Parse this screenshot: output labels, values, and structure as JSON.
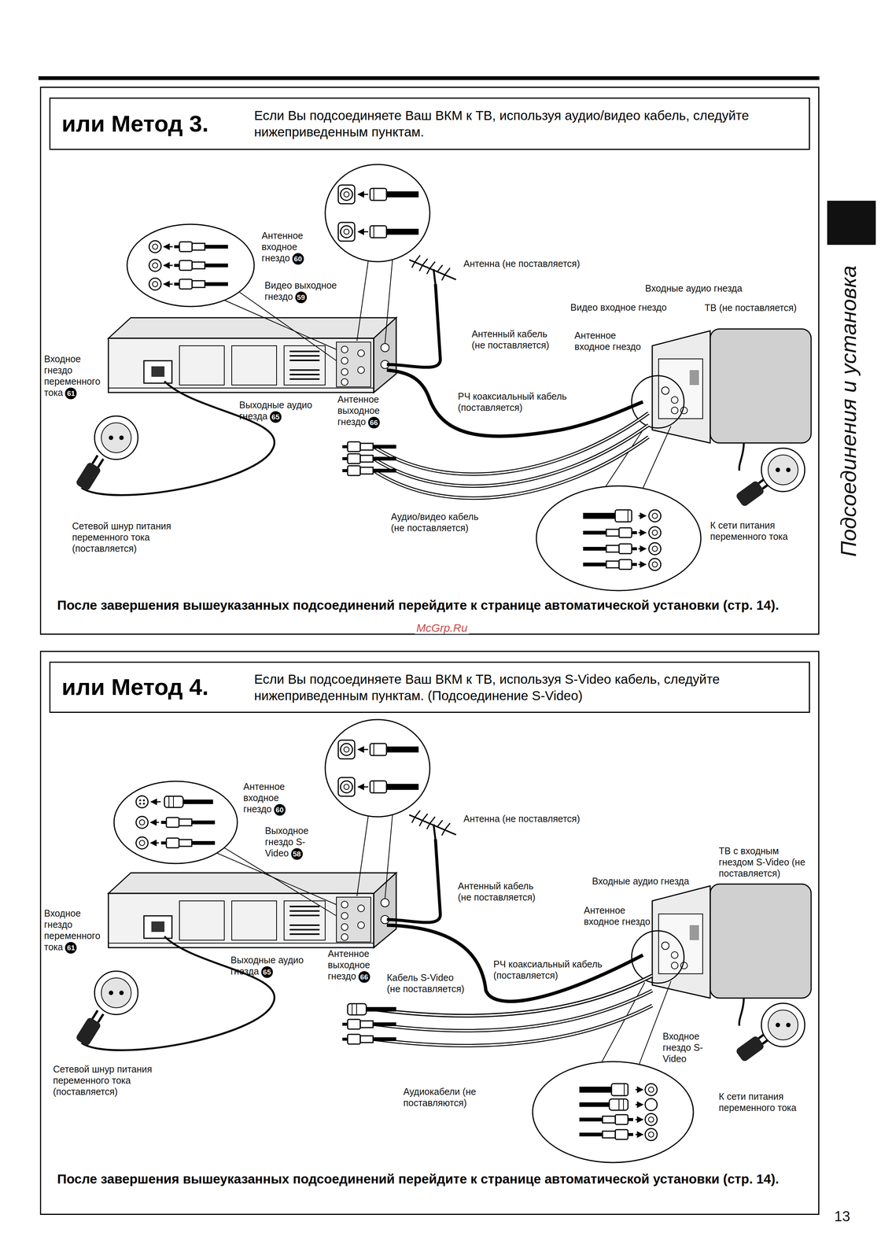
{
  "diagram": {
    "nodes": [
      {
        "text": [
          "После завершения вышеуказанных подсоединений перейдите к странице автоматической установки (стр. 14)."
        ]
      },
      {
        "text": [
          "или Метод 3.",
          "Если Вы подсоединяете Ваш ВКМ к ТВ, используя аудио/видео кабель, следуйте нижеприведенным пунктам."
        ],
        "in": 0
      },
      {
        "text": [
          "После завершения вышеуказанных подсоединений перейдите к странице автоматической установки (стр. 14)."
        ]
      },
      {
        "text": [
          "или Метод 4.",
          "Если Вы подсоединяете Ваш ВКМ к ТВ, используя S-Video кабель, следуйте нижеприведенным пунктам. (Подсоединение S-Video)"
        ],
        "in": 2
      }
    ],
    "labels": [
      "Антенное входное гнездо",
      "60",
      "Видео выходное гнездо",
      "59",
      "Антенна (не поставляется)",
      "Входные аудио гнезда",
      "Видео входное гнездо",
      "ТВ (не поставляется)",
      "Антенный кабель (не поставляется)",
      "Антенное входное гнездо",
      "Входное гнездо переменного тока",
      "61",
      "Выходные аудио гнезда",
      "65",
      "Антенное выходное гнездо",
      "66",
      "РЧ коаксиальный кабель (поставляется)",
      "Сетевой шнур питания переменного тока (поставляется)",
      "Аудио/видео кабель (не поставляется)",
      "К сети питания переменного тока",
      "Антенное входное гнездо",
      "60",
      "Выходное гнездо S-Video",
      "58",
      "Антенна (не поставляется)",
      "ТВ с входным гнездом S-Video (не поставляется)",
      "Входные аудио гнезда",
      "Антенный кабель (не поставляется)",
      "Антенное входное гнездо",
      "Входное гнездо переменного тока",
      "61",
      "Выходные аудио гнезда",
      "65",
      "Антенное выходное гнездо",
      "66",
      "РЧ коаксиальный кабель (поставляется)",
      "Кабель S-Video (не поставляется)",
      "Входное гнездо S-Video",
      "Сетевой шнур питания переменного тока (поставляется)",
      "Аудиокабели (не поставляются)",
      "К сети питания переменного тока",
      "Подсоединения и установка",
      "McGrp.Ru",
      "13"
    ]
  }
}
